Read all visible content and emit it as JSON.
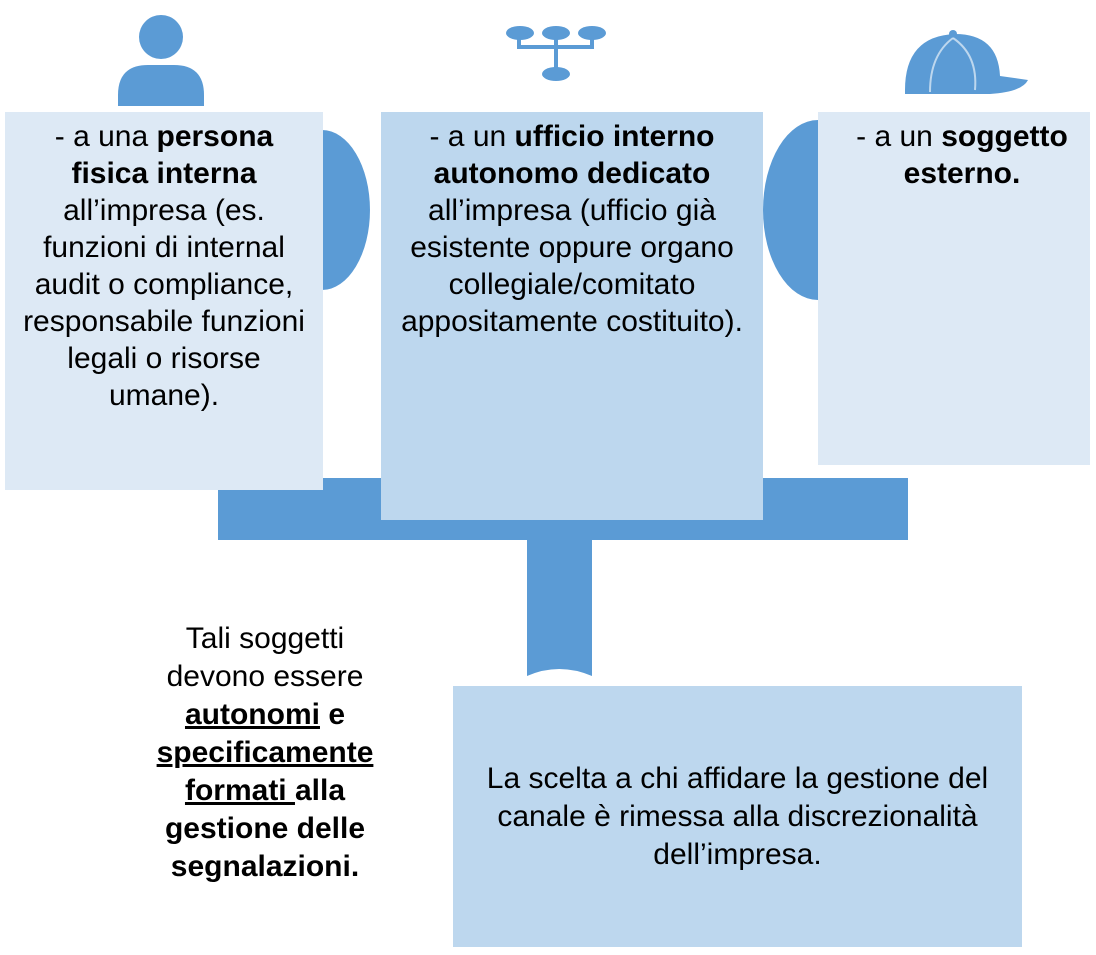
{
  "colors": {
    "connector": "#5b9bd5",
    "icon": "#5b9bd5",
    "box_light": "#dde9f5",
    "box_mid": "#bdd7ee",
    "text": "#000000"
  },
  "icons": {
    "left": "person-icon",
    "center": "org-chart-icon",
    "right": "cap-icon"
  },
  "left_box": {
    "prefix": "- a una ",
    "bold": "persona fisica interna",
    "rest": "all’impresa (es. funzioni di internal audit o compliance, responsabile funzioni legali o risorse umane)."
  },
  "center_box": {
    "prefix": "- a un ",
    "bold": "ufficio interno autonomo dedicato",
    "rest": "all’impresa (ufficio già esistente oppure organo collegiale/comitato appositamente costituito)."
  },
  "right_box": {
    "prefix": "- a un ",
    "bold": "soggetto esterno."
  },
  "note": {
    "line1": "Tali soggetti devono essere",
    "u1": "autonomi",
    "mid1": " e ",
    "u2": "specificamente formati ",
    "tail": "alla gestione delle segnalazioni."
  },
  "bottom_box": {
    "text": "La scelta a chi affidare la gestione del canale è rimessa alla discrezionalità dell’impresa."
  }
}
